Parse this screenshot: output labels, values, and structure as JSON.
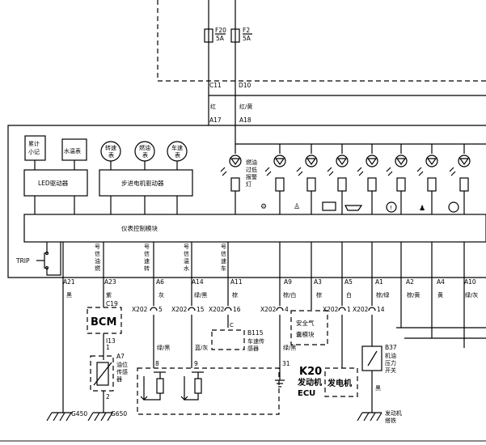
{
  "fuses": [
    {
      "name": "F20",
      "rating": "5A"
    },
    {
      "name": "F2",
      "rating": "5A"
    }
  ],
  "top_connectors": {
    "left_pin": "C11",
    "right_pin": "D10",
    "left_color": "红",
    "right_color": "红/黄",
    "left_cluster_pin": "A17",
    "right_cluster_pin": "A18"
  },
  "cluster": {
    "gauges_left": [
      "累计\n小记",
      "水温表"
    ],
    "gauges_round": [
      "转速\n表",
      "燃油\n表",
      "车速\n表"
    ],
    "led_driver": "LED驱动器",
    "stepper_driver": "步进电机驱动器",
    "control_module": "仪表控制模块",
    "trip_label": "TRIP",
    "low_fuel_lamp": "燃油\n过低\n报警\n灯",
    "signal_labels": [
      "号\n信\n油\n燃",
      "号\n信\n速\n转",
      "号\n信\n温\n水",
      "号\n信\n速\n车"
    ]
  },
  "pins": [
    {
      "pin": "A21",
      "wire": "黑"
    },
    {
      "pin": "A23",
      "wire": "紫"
    },
    {
      "pin": "A6",
      "wire": "灰"
    },
    {
      "pin": "A14",
      "wire": "绿/黑"
    },
    {
      "pin": "A11",
      "wire": "棕"
    },
    {
      "pin": "A9",
      "wire": "棕/白"
    },
    {
      "pin": "A3",
      "wire": "棕"
    },
    {
      "pin": "A5",
      "wire": "白"
    },
    {
      "pin": "A1",
      "wire": "棕/绿"
    },
    {
      "pin": "A2",
      "wire": "棕/黄"
    },
    {
      "pin": "A4",
      "wire": "黄"
    },
    {
      "pin": "A10",
      "wire": "绿/灰"
    }
  ],
  "x202": [
    {
      "label": "X202",
      "pin": "5"
    },
    {
      "label": "X202",
      "pin": "15"
    },
    {
      "label": "X202",
      "pin": "16"
    },
    {
      "label": "X202",
      "pin": "4"
    },
    {
      "label": "X202",
      "pin": "1"
    },
    {
      "label": "X202",
      "pin": "14"
    }
  ],
  "lower": {
    "bcm": "BCM",
    "bcm_connector": "C19",
    "fuel_sensor_pins": [
      "I13",
      "1",
      "2"
    ],
    "fuel_sensor_id": "A7",
    "fuel_sensor_name": "油位\n传感\n器",
    "speed_sensor_id": "B115",
    "speed_sensor_name": "车速传\n感器",
    "speed_sensor_pin": "C",
    "airbag": "安全气\n囊模块",
    "ecu_id": "K20",
    "ecu_name": "发动机\nECU",
    "generator": "发电机",
    "oil_switch_id": "B37",
    "oil_switch_name": "机油\n压力\n开关",
    "wire_green_black": "绿/黑",
    "wire_blue_grey": "蓝/灰",
    "wire_green_black_2": "绿/黑",
    "wire_black": "黑",
    "ecu_pins": [
      "8",
      "9",
      "31"
    ],
    "grounds": [
      "G450",
      "G650"
    ],
    "engine_ground": "发动机\n搭铁"
  }
}
